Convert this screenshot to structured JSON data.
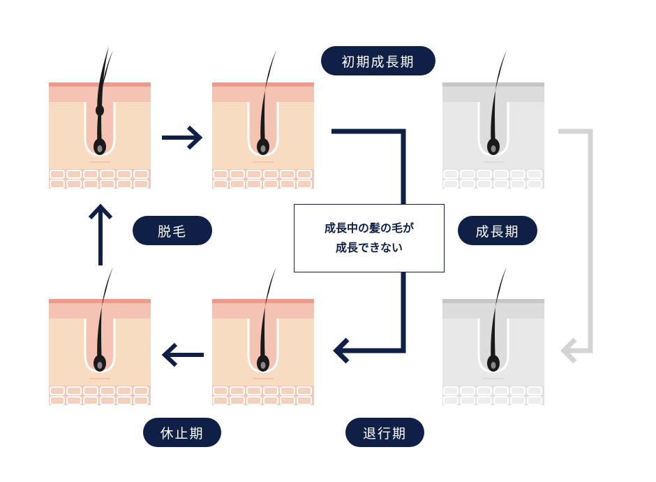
{
  "labels": {
    "early_growth": "初期成長期",
    "growth": "成長期",
    "regression": "退行期",
    "resting": "休止期",
    "shedding": "脱毛"
  },
  "note": {
    "line1": "成長中の髪の毛が",
    "line2": "成長できない"
  },
  "colors": {
    "navy": "#0f1f45",
    "epidermis": "#f5c3b4",
    "epidermis_top": "#ec9c8a",
    "dermis": "#f8dcc1",
    "fat_cell": "#f4d1bf",
    "fat_bg": "#f7c6b6",
    "gray_epidermis": "#dcdcdc",
    "gray_top": "#c6c6c6",
    "gray_dermis": "#e8e8e8",
    "gray_fat": "#eeeeee",
    "gray_arrow": "#d4d4d4",
    "hair": "#1a1a1a"
  }
}
